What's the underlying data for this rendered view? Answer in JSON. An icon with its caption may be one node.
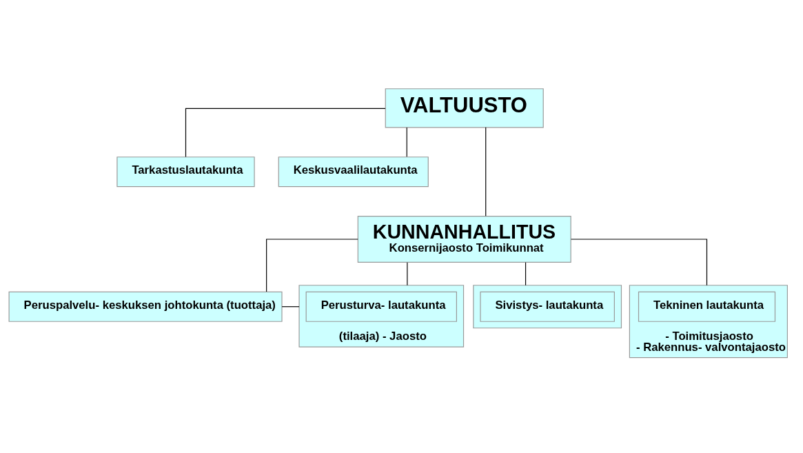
{
  "diagram": {
    "nodes": [
      {
        "text": [
          "VALTUUSTO"
        ]
      },
      {
        "text": [
          "Tarkastuslautakunta"
        ]
      },
      {
        "text": [
          "Keskusvaalilautakunta"
        ]
      },
      {
        "text": [
          "KUNNANHALLITUS",
          "Konsernijaosto Toimikunnat"
        ]
      },
      {
        "text": [
          "Peruspalvelu- keskuksen johtokunta (tuottaja)"
        ]
      },
      {
        "text": [
          "(tilaaja) - Jaosto"
        ]
      },
      {
        "text": [
          "Perusturva- lautakunta"
        ],
        "in": 5
      },
      {
        "text": [],
        "shape": "box"
      },
      {
        "text": [
          "Sivistys- lautakunta"
        ],
        "in": 7
      },
      {
        "text": [
          "- Toimitusjaosto",
          "- Rakennus- valvontajaosto"
        ]
      },
      {
        "text": [
          "Tekninen lautakunta"
        ],
        "in": 9
      }
    ],
    "edges": [
      {
        "from": 0,
        "to": 1,
        "arrow": "none"
      },
      {
        "from": 0,
        "to": 2,
        "arrow": "none"
      },
      {
        "from": 0,
        "to": 3,
        "arrow": "none"
      },
      {
        "from": 3,
        "to": 4,
        "arrow": "none"
      },
      {
        "from": 3,
        "to": 5,
        "arrow": "none"
      },
      {
        "from": 3,
        "to": 7,
        "arrow": "none"
      },
      {
        "from": 3,
        "to": 9,
        "arrow": "none"
      },
      {
        "from": 4,
        "to": 5,
        "arrow": "none"
      }
    ]
  }
}
